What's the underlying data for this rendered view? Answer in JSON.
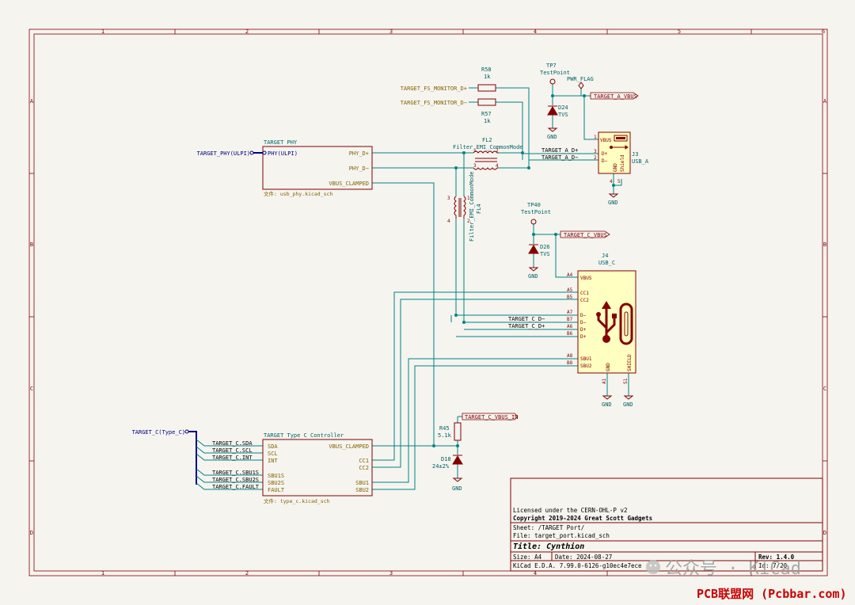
{
  "colors": {
    "wire": "#008484",
    "component": "#840000",
    "body_fill": "#ffffc2",
    "pin_text": "#840000",
    "ref_text": "#006464",
    "global_label": "#840000",
    "hier_label": "#846400",
    "sheet_border": "#840000",
    "frame": "#840000",
    "junction": "#008484",
    "brand_red": "#cc0000"
  },
  "frame": {
    "columns": [
      "1",
      "2",
      "3",
      "4",
      "5",
      "6"
    ],
    "rows": [
      "A",
      "B",
      "C",
      "D"
    ]
  },
  "labels": {
    "fs_dp": "TARGET_FS_MONITOR_D+",
    "fs_dm": "TARGET_FS_MONITOR_D−",
    "phy_ulpi": "TARGET_PHY(ULPI)",
    "target_a_vbus": "TARGET_A_VBUS",
    "target_c_vbus": "TARGET_C_VBUS",
    "target_c_vbus_in": "TARGET_C_VBUS_IN",
    "target_c_bus": "TARGET_C(Type_C)",
    "a_dp": "TARGET_A_D+",
    "a_dm": "TARGET_A_D−",
    "c_dm": "TARGET_C_D−",
    "c_dp": "TARGET_C_D+",
    "c_sda": "TARGET_C.SDA",
    "c_scl": "TARGET_C.SCL",
    "c_int": "TARGET_C.INT",
    "c_sbu1s": "TARGET_C.SBU1S",
    "c_sbu2s": "TARGET_C.SBU2S",
    "c_fault": "TARGET_C.FAULT"
  },
  "components": {
    "r58": {
      "ref": "R58",
      "value": "1k"
    },
    "r57": {
      "ref": "R57",
      "value": "1k"
    },
    "tp7": {
      "ref": "TP7",
      "value": "TestPoint"
    },
    "pwr_flag": {
      "ref": "PWR_FLAG"
    },
    "d24": {
      "ref": "D24",
      "value": "TVS"
    },
    "fl2": {
      "ref": "FL2",
      "value": "Filter_EMI_CommonMode"
    },
    "fl4": {
      "ref": "FL4",
      "value": "Filter_EMI_CommonMode"
    },
    "j3": {
      "ref": "J3",
      "value": "USB_A",
      "pin_vbus": "VBUS",
      "pin_dp": "D+",
      "pin_dm": "D−",
      "gnd": "GND",
      "shield": "Shield"
    },
    "tp40": {
      "ref": "TP40",
      "value": "TestPoint"
    },
    "d26": {
      "ref": "D26",
      "value": "TVS"
    },
    "j4": {
      "ref": "J4",
      "value": "USB_C",
      "pins_left": [
        {
          "num": "A4",
          "name": "VBUS"
        },
        {
          "num": "A5",
          "name": "CC1"
        },
        {
          "num": "B5",
          "name": "CC2"
        },
        {
          "num": "A7",
          "name": "D−"
        },
        {
          "num": "B7",
          "name": "D−"
        },
        {
          "num": "A6",
          "name": "D+"
        },
        {
          "num": "B6",
          "name": "D+"
        },
        {
          "num": "A8",
          "name": "SBU1"
        },
        {
          "num": "B8",
          "name": "SBU2"
        }
      ],
      "pin_gnd": "GND",
      "pin_shield": "SHIELD",
      "num_a1": "A1",
      "num_s1": "S1"
    },
    "r45": {
      "ref": "R45",
      "value": "5.1k"
    },
    "d18": {
      "ref": "D18",
      "value": "24±2%"
    },
    "gnd": "GND",
    "pin_numbers": {
      "p1": "1",
      "p2": "2",
      "p3": "3",
      "p4": "4",
      "p5": "5"
    }
  },
  "sheets": {
    "phy": {
      "name": "TARGET PHY",
      "file": "文件: usb_phy.kicad_sch",
      "pin_ulpi": "PHY(ULPI)",
      "pin_dp": "PHY_D+",
      "pin_dm": "PHY_D−",
      "pin_vbus": "VBUS_CLAMPED"
    },
    "typec": {
      "name": "TARGET Type C Controller",
      "file": "文件: type_c.kicad_sch",
      "pins_left": [
        "SDA",
        "SCL",
        "INT",
        "SBU1S",
        "SBU2S",
        "FAULT"
      ],
      "pin_vbus": "VBUS_CLAMPED",
      "pin_cc1": "CC1",
      "pin_cc2": "CC2",
      "pin_sbu1": "SBU1",
      "pin_sbu2": "SBU2"
    }
  },
  "title_block": {
    "license": "Licensed under the CERN-OHL-P v2",
    "copyright": "Copyright 2019-2024 Great Scott Gadgets",
    "sheet": "Sheet: /TARGET Port/",
    "file": "File: target_port.kicad_sch",
    "title": "Title: Cynthion",
    "size": "Size: A4",
    "date": "Date: 2024-08-27",
    "rev": "Rev: 1.4.0",
    "kicad": "KiCad E.D.A. 7.99.0-6126-g10ec4e7ece",
    "id": "Id: 7/20"
  },
  "watermark": {
    "wechat": "公众号 · KiCad",
    "site": "PCB联盟网 (Pcbbar.com)"
  }
}
